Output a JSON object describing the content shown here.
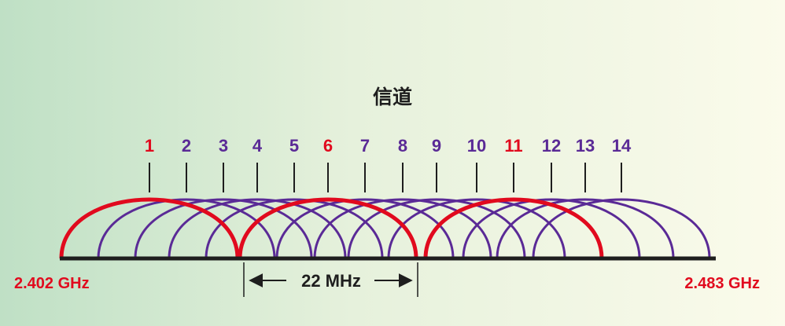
{
  "title": "信道",
  "channels": [
    {
      "label": "1",
      "highlight": true
    },
    {
      "label": "2",
      "highlight": false
    },
    {
      "label": "3",
      "highlight": false
    },
    {
      "label": "4",
      "highlight": false
    },
    {
      "label": "5",
      "highlight": false
    },
    {
      "label": "6",
      "highlight": true
    },
    {
      "label": "7",
      "highlight": false
    },
    {
      "label": "8",
      "highlight": false
    },
    {
      "label": "9",
      "highlight": false
    },
    {
      "label": "10",
      "highlight": false
    },
    {
      "label": "11",
      "highlight": true
    },
    {
      "label": "12",
      "highlight": false
    },
    {
      "label": "13",
      "highlight": false
    },
    {
      "label": "14",
      "highlight": false
    }
  ],
  "freq_start": "2.402 GHz",
  "freq_end": "2.483 GHz",
  "bandwidth_label": "22 MHz",
  "colors": {
    "highlight": "#e10a1e",
    "normal": "#5a2a96",
    "axis": "#1e1e1e"
  }
}
